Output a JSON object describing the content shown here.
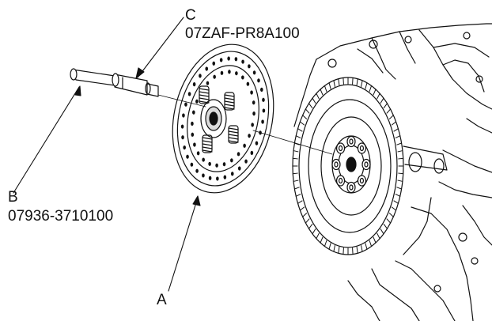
{
  "callouts": {
    "a": {
      "letter": "A",
      "part_number": ""
    },
    "b": {
      "letter": "B",
      "part_number": "07936-3710100"
    },
    "c": {
      "letter": "C",
      "part_number": "07ZAF-PR8A100"
    }
  },
  "colors": {
    "ink": "#111111",
    "paper": "#ffffff",
    "shade": "#dcdcdc"
  }
}
